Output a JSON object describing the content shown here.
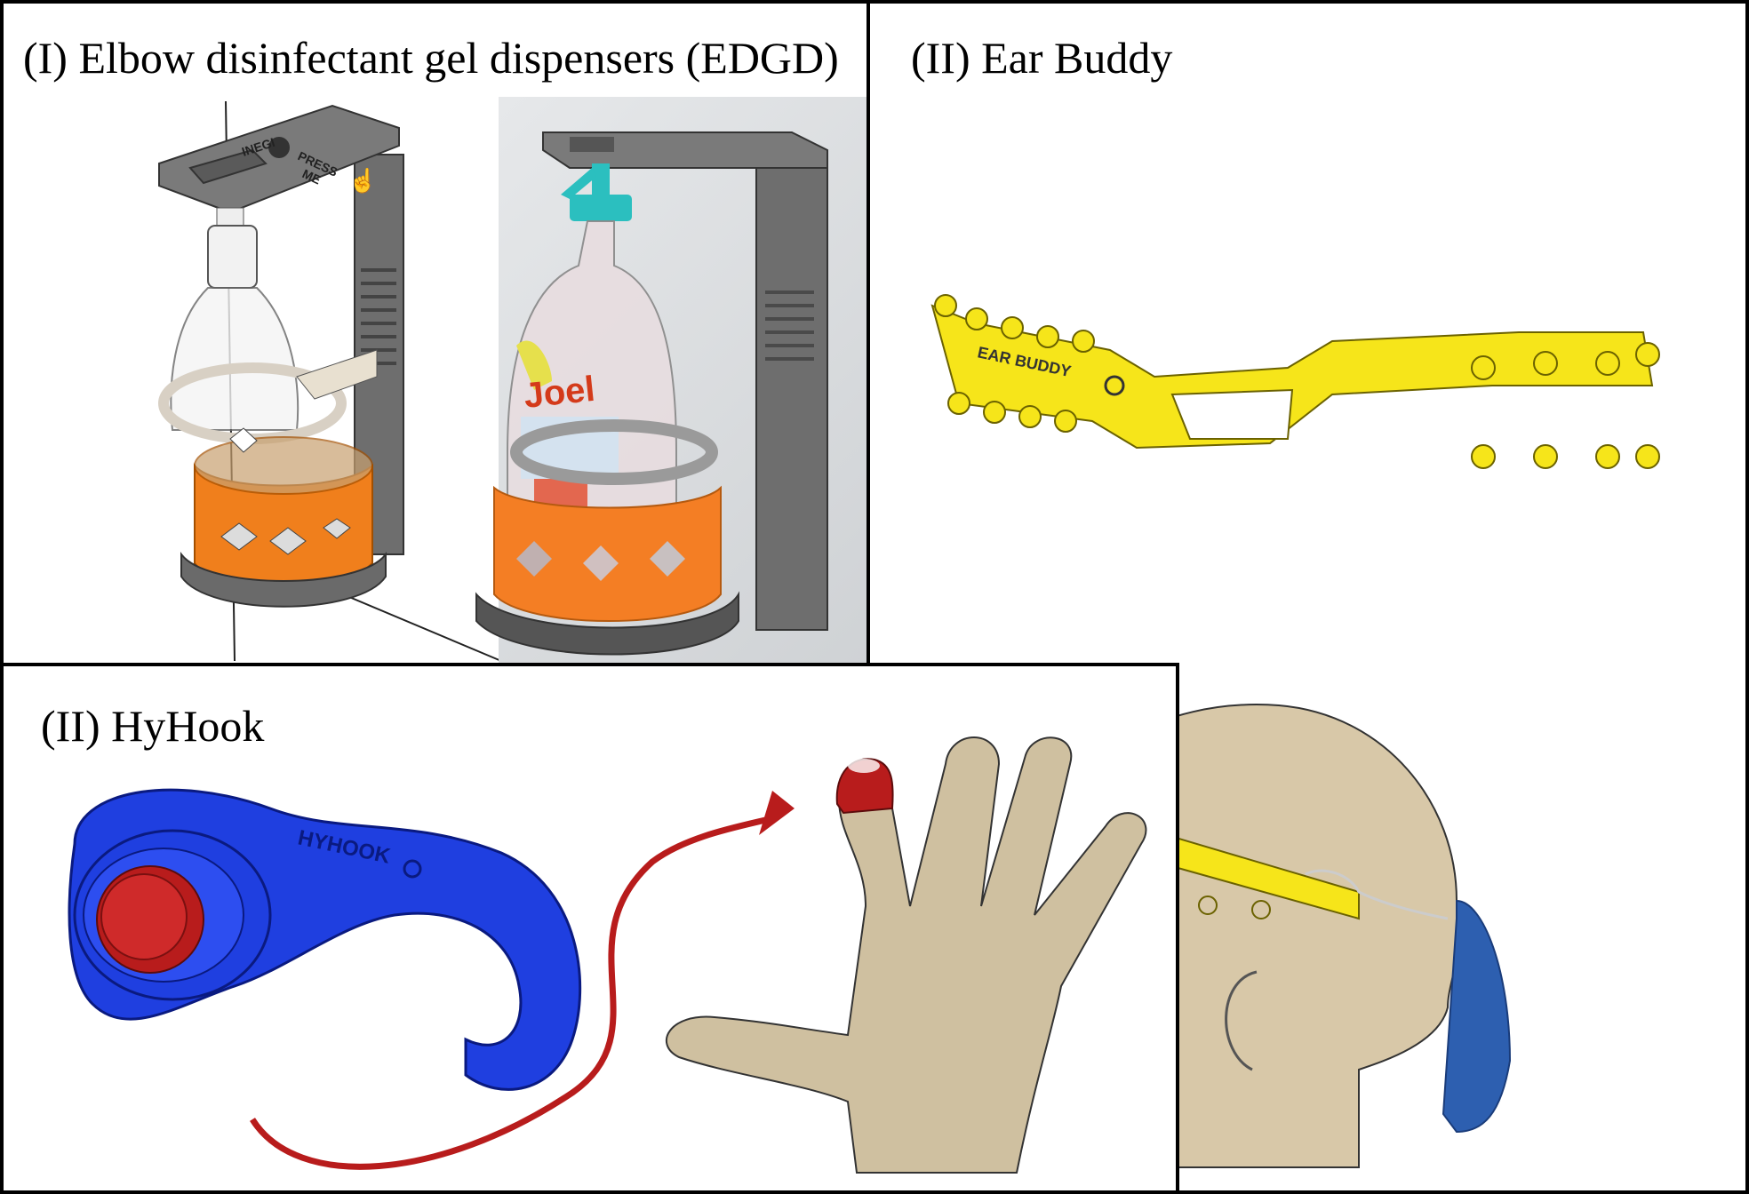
{
  "panels": {
    "edgd": {
      "title": "(I) Elbow disinfectant gel dispensers (EDGD)"
    },
    "ear_buddy": {
      "title": "(II) Ear Buddy"
    },
    "hyhook": {
      "title": "(II) HyHook"
    }
  },
  "product_text": {
    "edgd_brand": "INEGI",
    "edgd_press": "PRESS",
    "edgd_me": "ME",
    "bottle_brand": "Joel",
    "ear_buddy_label": "EAR BUDDY",
    "hyhook_label": "HYHOOK"
  },
  "colors": {
    "orange": "#f07f1c",
    "grey": "#737373",
    "yellow": "#f6e51a",
    "blue": "#1f3fe0",
    "red": "#b81c1c",
    "skin": "#cfc0a0",
    "head": "#d8c8a8",
    "mask_blue": "#2d5fb0"
  },
  "icons": [
    "inegi-logo-icon",
    "hand-press-icon",
    "curved-arrow-icon"
  ]
}
